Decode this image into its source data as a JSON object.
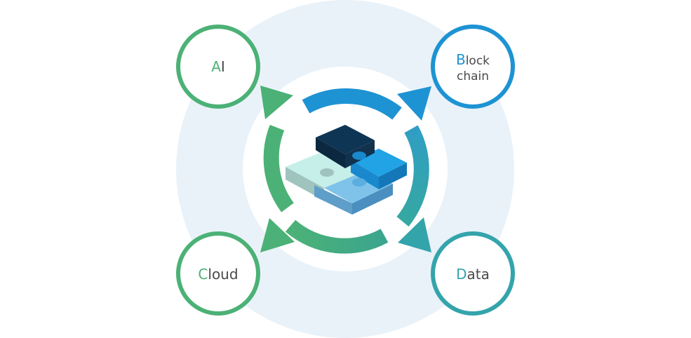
{
  "colors": {
    "halo": "#e9f2f9",
    "inner_white": "#ffffff",
    "green": "#4cb176",
    "blue": "#1e93d3",
    "teal": "#34a4ab",
    "text": "#4a4a4a"
  },
  "nodes": {
    "ai": {
      "initial": "A",
      "rest": "I",
      "color": "#4cb176"
    },
    "blockchain": {
      "initial": "B",
      "rest": "lock",
      "second_line": "chain",
      "color": "#1e93d3"
    },
    "cloud": {
      "initial": "C",
      "rest": "loud",
      "color": "#4cb176"
    },
    "data": {
      "initial": "D",
      "rest": "ata",
      "color": "#34a4ab"
    }
  },
  "center_icon": "puzzle-pieces-icon"
}
